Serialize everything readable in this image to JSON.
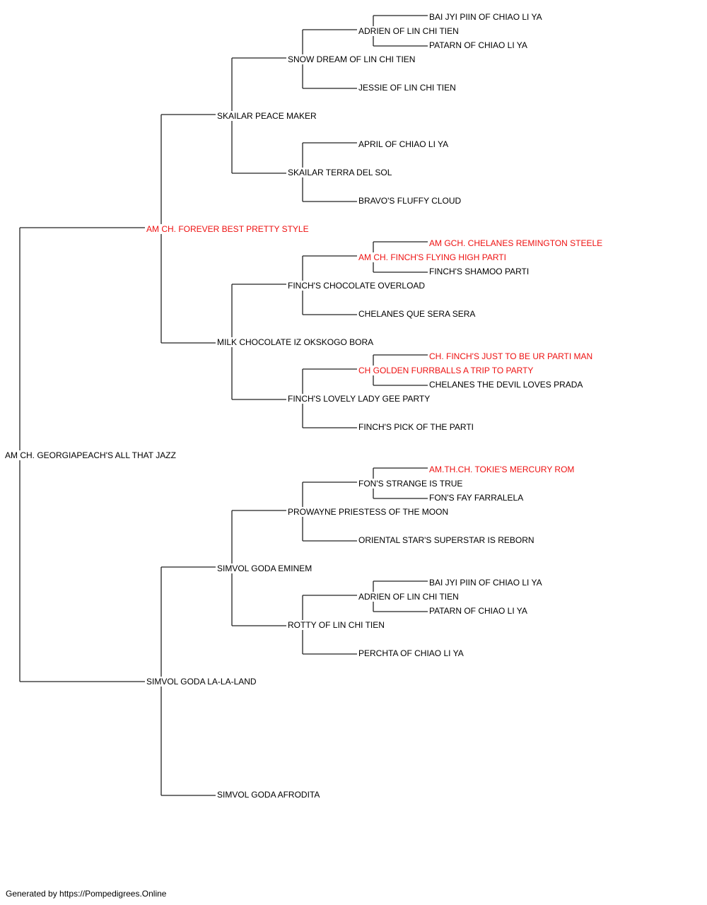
{
  "pedigree": {
    "subject": {
      "name": "AM CH. GEORGIAPEACH'S ALL THAT JAZZ",
      "highlight": false
    },
    "sire": {
      "name": "AM CH. FOREVER BEST PRETTY STYLE",
      "highlight": true
    },
    "dam": {
      "name": "SIMVOL GODA LA-LA-LAND",
      "highlight": false
    },
    "sire_sire": {
      "name": "SKAILAR PEACE MAKER",
      "highlight": false
    },
    "sire_dam": {
      "name": "MILK CHOCOLATE IZ OKSKOGO BORA",
      "highlight": false
    },
    "dam_sire": {
      "name": "SIMVOL GODA EMINEM",
      "highlight": false
    },
    "dam_dam": {
      "name": "SIMVOL GODA AFRODITA",
      "highlight": false
    },
    "ss_sire": {
      "name": "SNOW DREAM OF LIN CHI TIEN",
      "highlight": false
    },
    "ss_dam": {
      "name": "SKAILAR TERRA DEL SOL",
      "highlight": false
    },
    "sd_sire": {
      "name": "FINCH'S CHOCOLATE OVERLOAD",
      "highlight": false
    },
    "sd_dam": {
      "name": "FINCH'S LOVELY LADY GEE PARTY",
      "highlight": false
    },
    "ds_sire": {
      "name": "PROWAYNE PRIESTESS OF THE MOON",
      "highlight": false
    },
    "ds_dam": {
      "name": "ROTTY OF LIN CHI TIEN",
      "highlight": false
    },
    "sss_sire": {
      "name": "ADRIEN OF LIN CHI TIEN",
      "highlight": false
    },
    "sss_dam": {
      "name": "JESSIE OF LIN CHI TIEN",
      "highlight": false
    },
    "ssd_sire": {
      "name": "APRIL OF CHIAO LI YA",
      "highlight": false
    },
    "ssd_dam": {
      "name": "BRAVO'S FLUFFY CLOUD",
      "highlight": false
    },
    "sds_sire": {
      "name": "AM CH. FINCH'S FLYING HIGH PARTI",
      "highlight": true
    },
    "sds_dam": {
      "name": "CHELANES QUE SERA SERA",
      "highlight": false
    },
    "sdd_sire": {
      "name": "CH GOLDEN FURRBALLS A TRIP TO PARTY",
      "highlight": true
    },
    "sdd_dam": {
      "name": "FINCH'S PICK OF THE PARTI",
      "highlight": false
    },
    "dss_sire": {
      "name": "FON'S STRANGE IS TRUE",
      "highlight": false
    },
    "dss_dam": {
      "name": "ORIENTAL STAR'S SUPERSTAR IS REBORN",
      "highlight": false
    },
    "dsd_sire": {
      "name": "ADRIEN OF LIN CHI TIEN",
      "highlight": false
    },
    "dsd_dam": {
      "name": "PERCHTA OF CHIAO LI YA",
      "highlight": false
    },
    "ssss_sire": {
      "name": "BAI JYI PIIN OF CHIAO LI YA",
      "highlight": false
    },
    "ssss_dam": {
      "name": "PATARN OF CHIAO LI YA",
      "highlight": false
    },
    "sdss_sire": {
      "name": "AM GCH. CHELANES REMINGTON STEELE",
      "highlight": true
    },
    "sdss_dam": {
      "name": "FINCH'S SHAMOO PARTI",
      "highlight": false
    },
    "sdds_sire": {
      "name": "CH. FINCH'S JUST TO BE UR PARTI MAN",
      "highlight": true
    },
    "sdds_dam": {
      "name": "CHELANES THE DEVIL LOVES PRADA",
      "highlight": false
    },
    "dsss_sire": {
      "name": "AM.TH.CH. TOKIE'S MERCURY ROM",
      "highlight": true
    },
    "dsss_dam": {
      "name": "FON'S FAY FARRALELA",
      "highlight": false
    },
    "dsds_sire": {
      "name": "BAI JYI PIIN OF CHIAO LI YA",
      "highlight": false
    },
    "dsds_dam": {
      "name": "PATARN OF CHIAO LI YA",
      "highlight": false
    }
  },
  "colors": {
    "highlight": "#ee1111",
    "normal": "#000000",
    "line": "#222222"
  },
  "footer": "Generated by https://Pompedigrees.Online"
}
